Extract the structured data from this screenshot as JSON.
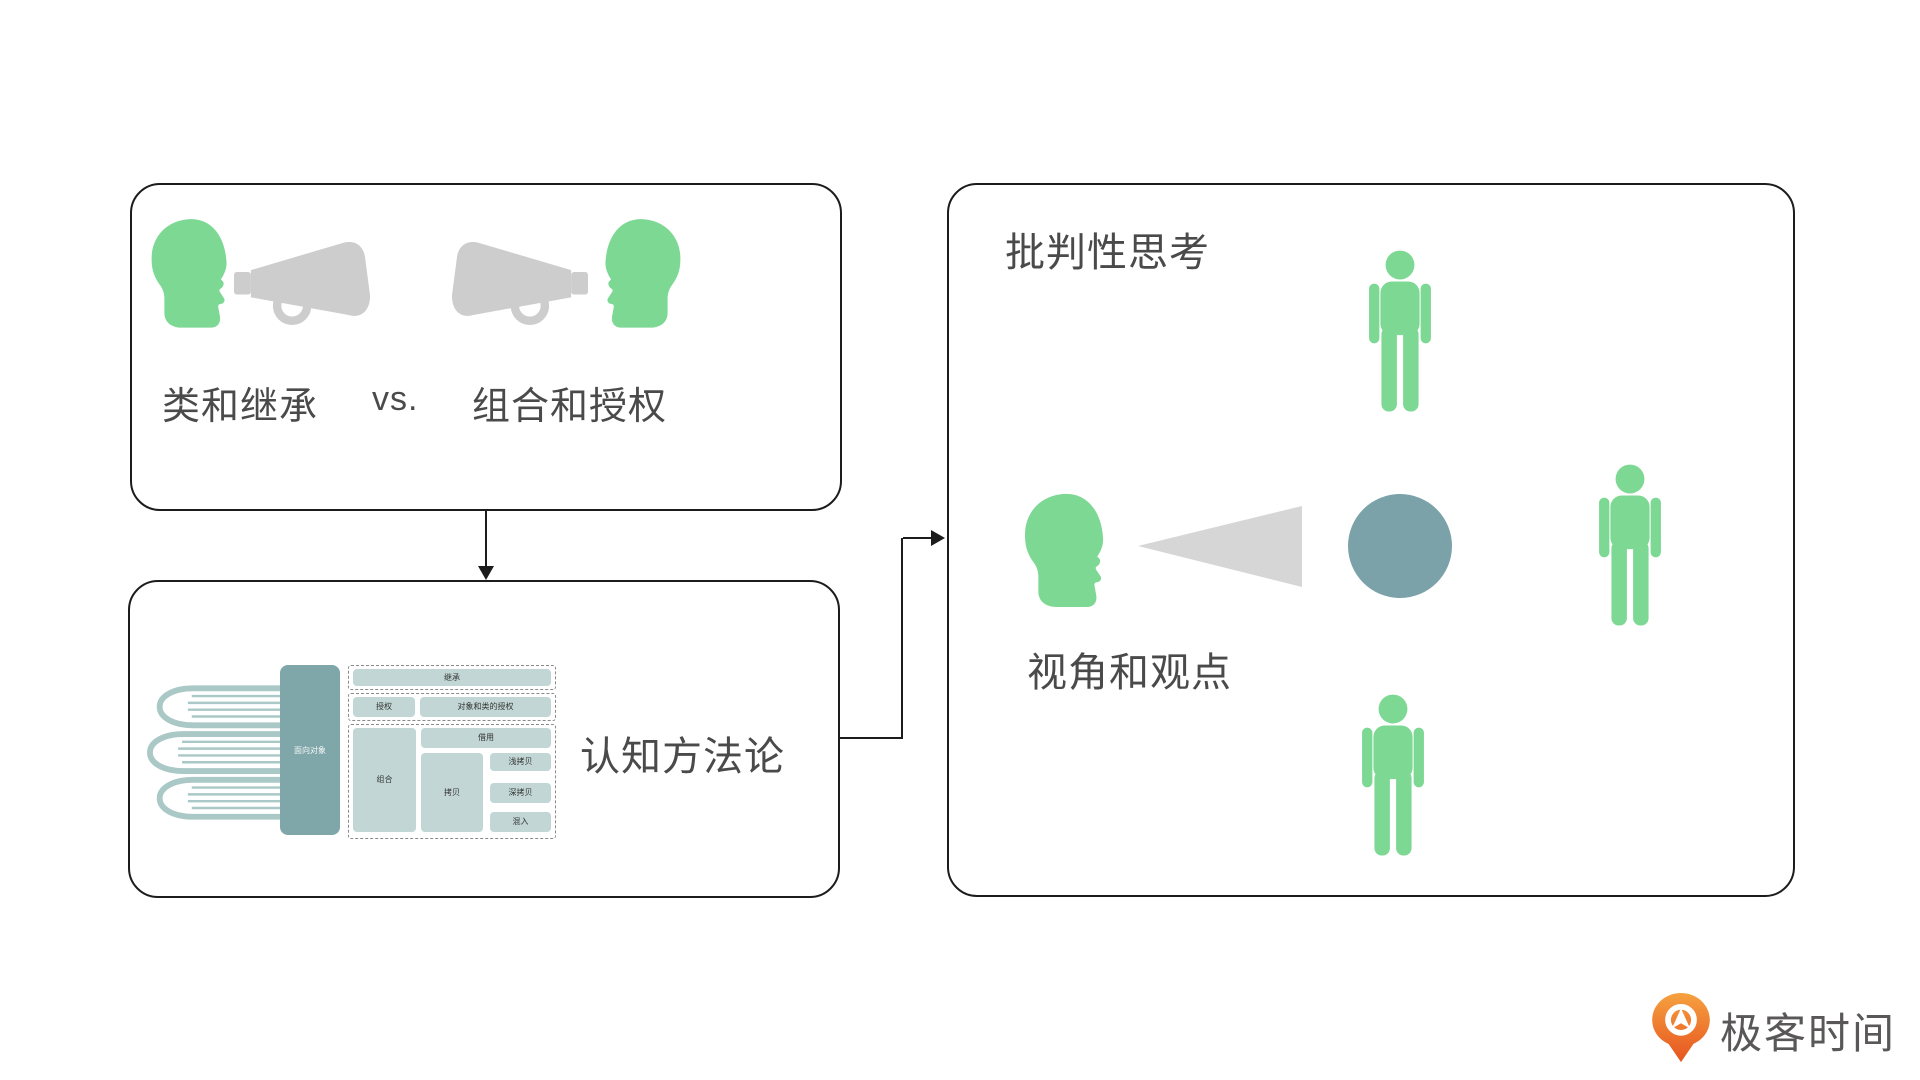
{
  "colors": {
    "green": "#7dd893",
    "gray": "#cdcdcd",
    "teal-circle": "#7ba2a8",
    "teal-dark": "#7fa6a8",
    "teal-light": "#c2d7d5",
    "book": "#a9c8c6",
    "line": "#1c1c1c",
    "text": "#4a4a4a",
    "logo-orange": "#ee7224",
    "logo-text": "#595757"
  },
  "comparison_box": {
    "left_label": "类和继承",
    "versus": "vs.",
    "right_label": "组合和授权"
  },
  "methodology_box": {
    "title": "认知方法论",
    "diagram": {
      "root": "面向对象",
      "inherit": "继承",
      "delegate": "授权",
      "object_class_delegate": "对象和类的授权",
      "compose": "组合",
      "borrow": "借用",
      "copy": "拷贝",
      "shallow_copy": "浅拷贝",
      "deep_copy": "深拷贝",
      "mixin": "混入"
    }
  },
  "thinking_box": {
    "title": "批判性思考",
    "subtitle": "视角和观点"
  },
  "brand": {
    "name": "极客时间"
  }
}
